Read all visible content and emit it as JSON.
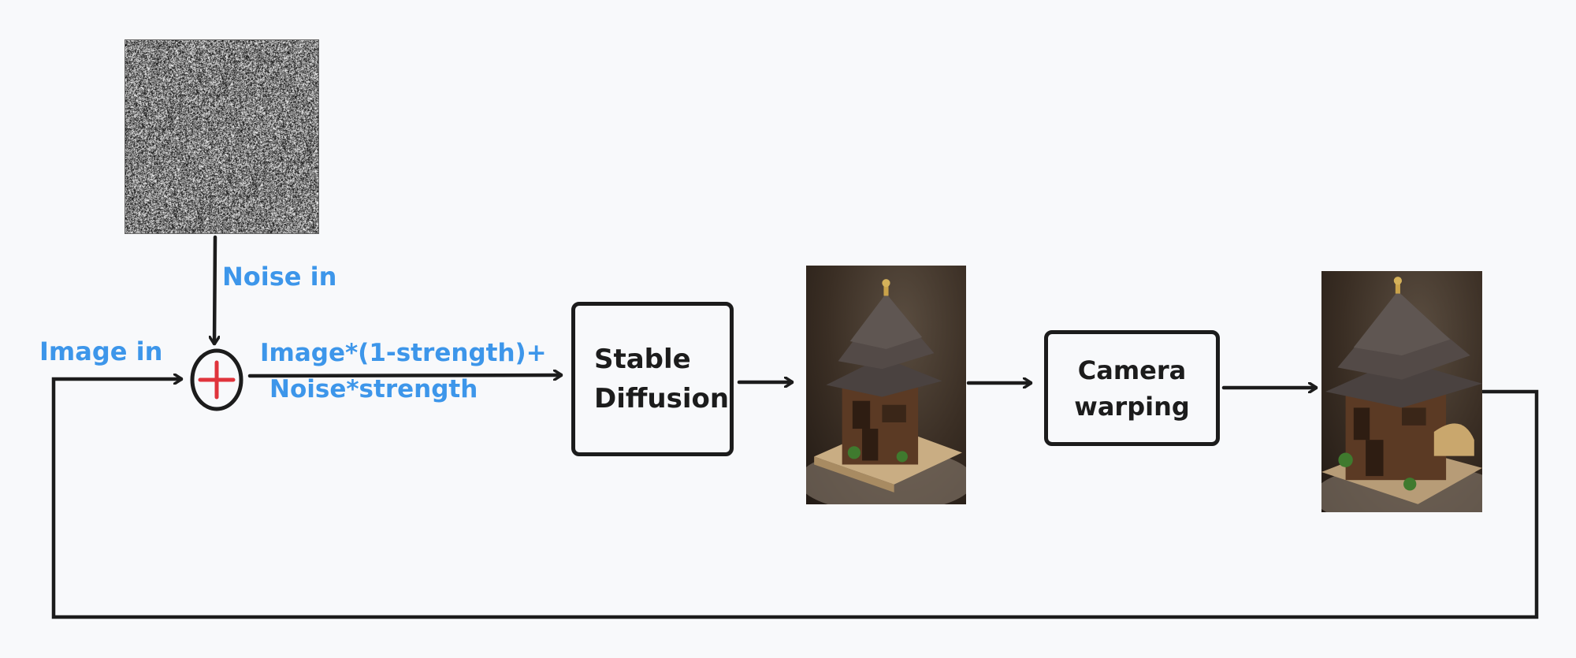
{
  "diagram": {
    "labels": {
      "noise_in": "Noise in",
      "image_in": "Image in",
      "formula_line1": "Image*(1-strength)+",
      "formula_line2": "Noise*strength"
    },
    "sum_node": {
      "symbol": "plus",
      "symbol_color": "#e0343c"
    },
    "blocks": {
      "stable_diffusion": {
        "line1": "Stable",
        "line2": "Diffusion"
      },
      "camera_warping": {
        "line1": "Camera",
        "line2": "warping"
      }
    },
    "images": [
      "noise-pattern",
      "house-render",
      "house-render-warped"
    ]
  },
  "colors": {
    "background": "#f8f9fb",
    "label_blue": "#3d96ea",
    "stroke": "#1c1c1c",
    "plus_red": "#e0343c"
  }
}
